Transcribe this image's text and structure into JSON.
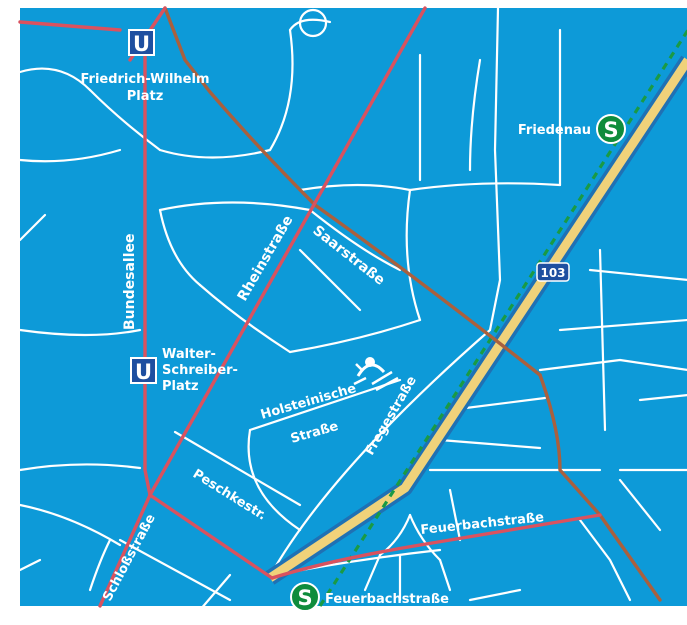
{
  "colors": {
    "water_bg": "#0d9ad8",
    "street": "#ffffff",
    "main_road": "#d9525f",
    "secondary_road": "#a9603e",
    "highway": "#f0d27a",
    "rail": "#1a9a44",
    "ubahn": "#1e4fa0",
    "sbahn": "#0f8c3c"
  },
  "stations": {
    "ubahn_1": {
      "symbol": "U",
      "name_line1": "Friedrich-Wilhelm",
      "name_line2": "Platz"
    },
    "ubahn_2": {
      "symbol": "U",
      "name_line1": "Walter-",
      "name_line2": "Schreiber-",
      "name_line3": "Platz"
    },
    "sbahn_1": {
      "symbol": "S",
      "name": "Friedenau"
    },
    "sbahn_2": {
      "symbol": "S",
      "name": "Feuerbachstraße"
    }
  },
  "streets": {
    "bundesallee": "Bundesallee",
    "rheinstrasse": "Rheinstraße",
    "saarstrasse": "Saarstraße",
    "holsteinische_1": "Holsteinische",
    "holsteinische_2": "Straße",
    "fregestrasse": "Fregestraße",
    "peschkestr": "Peschkestr.",
    "schlossstrasse": "Schloßstraße",
    "feuerbachstrasse": "Feuerbachstraße"
  },
  "highway_shield": "103",
  "poi_icon": "swimming-pool-icon"
}
